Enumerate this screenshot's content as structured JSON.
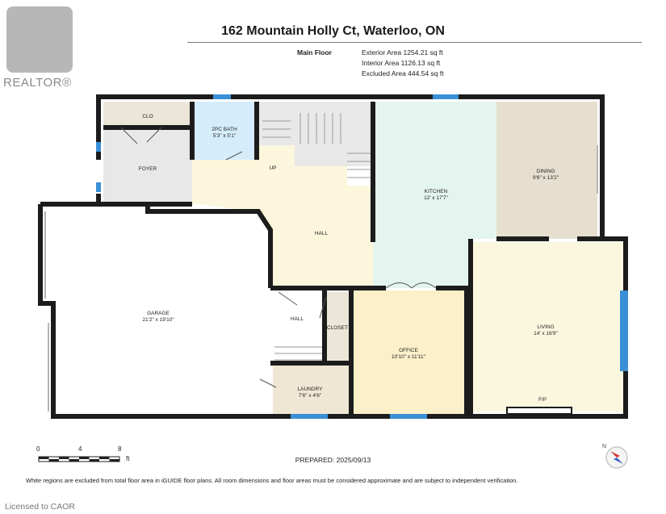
{
  "watermark": {
    "text": "REALTOR®"
  },
  "header": {
    "title": "162 Mountain Holly Ct, Waterloo, ON",
    "floor_label": "Main Floor",
    "exterior_area": "Exterior Area 1254.21 sq ft",
    "interior_area": "Interior Area 1126.13 sq ft",
    "excluded_area": "Excluded Area 444.54 sq ft"
  },
  "rooms": {
    "clo": {
      "name": "CLO"
    },
    "bath": {
      "name": "2PC BATH",
      "dims": "5'3\" x 5'1\""
    },
    "foyer": {
      "name": "FOYER"
    },
    "up": {
      "name": "UP"
    },
    "kitchen": {
      "name": "KITCHEN",
      "dims": "12' x 17'7\""
    },
    "dining": {
      "name": "DINING",
      "dims": "9'6\" x 13'2\""
    },
    "hall_main": {
      "name": "HALL"
    },
    "garage": {
      "name": "GARAGE",
      "dims": "21'2\" x 19'10\""
    },
    "hall_small": {
      "name": "HALL"
    },
    "closet": {
      "name": "CLOSET"
    },
    "office": {
      "name": "OFFICE",
      "dims": "10'10\" x 11'11\""
    },
    "living": {
      "name": "LIVING",
      "dims": "14' x 16'9\""
    },
    "laundry": {
      "name": "LAUNDRY",
      "dims": "7'6\" x 4'6\""
    },
    "fp": {
      "name": "F/P"
    }
  },
  "scale": {
    "t0": "0",
    "t4": "4",
    "t8": "8",
    "unit": "ft"
  },
  "prepared": "PREPARED: 2025/09/13",
  "disclaimer": "White regions are excluded from total floor area in iGUIDE floor plans. All room dimensions and floor areas must be considered approximate and are subject to independent verification.",
  "compass_label": "N",
  "footer": {
    "licensed": "Licensed to CAOR"
  },
  "colors": {
    "wall": "#1c1c1c",
    "window": "#3a8fd6",
    "hall": "#fbf6dc",
    "kitchen": "#e4f4ee",
    "dining": "#e6dfcf",
    "bath": "#d5ecfb",
    "foyer": "#e8e8e8",
    "clo": "#ece6d8",
    "office": "#fbf0c9",
    "living": "#fbf7de",
    "laundry": "#efe7d4",
    "closet": "#ece6d8",
    "garage": "#ffffff"
  }
}
